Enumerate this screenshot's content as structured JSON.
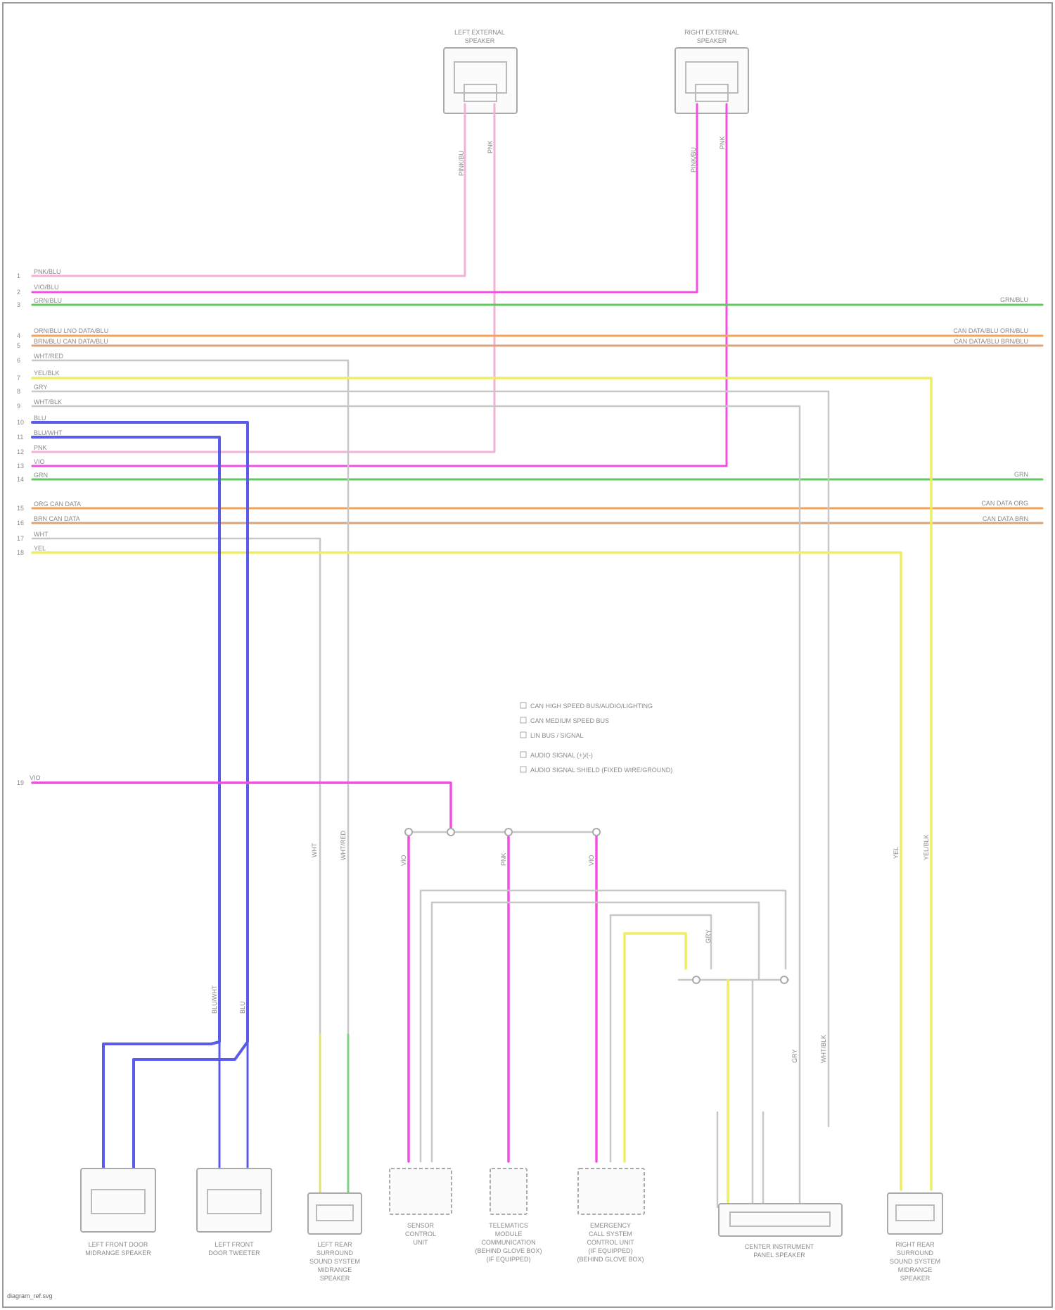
{
  "diagram": {
    "footer_text": "diagram_ref.svg",
    "colors": {
      "frame": "#9a9a9a",
      "pink_light": "#f1b2d6",
      "magenta": "#f04fe0",
      "green": "#5fc95f",
      "orange": "#f2a35a",
      "tan": "#d9a37b",
      "gray": "#c7c7c7",
      "yellow": "#eeee66",
      "blue": "#5b5bea",
      "label": "#8a8a8a"
    },
    "top_components": [
      {
        "id": "left-external-speaker",
        "label_1": "LEFT EXTERNAL",
        "label_2": "SPEAKER",
        "pin_a": "PINK/BU",
        "pin_b": "PNK"
      },
      {
        "id": "right-external-speaker",
        "label_1": "RIGHT EXTERNAL",
        "label_2": "SPEAKER",
        "pin_a": "PINK/BU",
        "pin_b": "PNK"
      }
    ],
    "left_wire_labels": [
      "PNK/BLU",
      "VIO/BLU",
      "GRN/BLU",
      "ORN/BLU  LNO DATA/BLU",
      "BRN/BLU  CAN DATA/BLU",
      "WHT/RED",
      "YEL/BLK",
      "GRY",
      "WHT/BLK",
      "BLU",
      "BLU/WHT",
      "PNK",
      "VIO",
      "GRN",
      "ORG  CAN DATA",
      "BRN  CAN DATA",
      "WHT",
      "YEL"
    ],
    "right_wire_labels": [
      "GRN/BLU",
      "CAN DATA/BLU  ORN/BLU",
      "CAN DATA/BLU  BRN/BLU",
      "GRN",
      "CAN DATA  ORG",
      "CAN DATA  BRN"
    ],
    "pin_numbers": [
      "1",
      "2",
      "3",
      "4",
      "5",
      "6",
      "7",
      "8",
      "9",
      "10",
      "11",
      "12",
      "13",
      "14",
      "15",
      "16",
      "17",
      "18",
      "19"
    ],
    "wire_tags": [
      "VIO",
      "WHT",
      "WHT/RED",
      "YEL",
      "YEL/BLK",
      "GRY",
      "WHT/BLK",
      "GRY",
      "BLU/WHT",
      "BLU",
      "VIO",
      "PNK",
      "VIO"
    ],
    "legend": [
      "CAN HIGH SPEED BUS/AUDIO/LIGHTING",
      "CAN MEDIUM SPEED BUS",
      "LIN BUS / SIGNAL",
      "AUDIO SIGNAL (+)/(-)",
      "AUDIO SIGNAL SHIELD (FIXED WIRE/GROUND)"
    ],
    "bottom_components": [
      {
        "id": "left-front-door-speaker",
        "line1": "LEFT FRONT DOOR",
        "line2": "MIDRANGE SPEAKER",
        "line3": "",
        "line4": "",
        "line5": ""
      },
      {
        "id": "left-front-tweeter",
        "line1": "LEFT FRONT",
        "line2": "DOOR TWEETER",
        "line3": "",
        "line4": "",
        "line5": ""
      },
      {
        "id": "left-rear-speaker",
        "line1": "LEFT REAR",
        "line2": "SURROUND",
        "line3": "SOUND SYSTEM",
        "line4": "MIDRANGE",
        "line5": "SPEAKER"
      },
      {
        "id": "sensor-control-unit",
        "line1": "SENSOR",
        "line2": "CONTROL",
        "line3": "UNIT",
        "line4": "",
        "line5": ""
      },
      {
        "id": "telematics-module",
        "line1": "TELEMATICS",
        "line2": "MODULE",
        "line3": "COMMUNICATION",
        "line4": "(BEHIND GLOVE BOX)",
        "line5": "(IF EQUIPPED)"
      },
      {
        "id": "emergency-call-module",
        "line1": "EMERGENCY",
        "line2": "CALL SYSTEM",
        "line3": "CONTROL UNIT",
        "line4": "(IF EQUIPPED)",
        "line5": "(BEHIND GLOVE BOX)"
      },
      {
        "id": "center-instrument-panel",
        "line1": "CENTER INSTRUMENT",
        "line2": "PANEL SPEAKER",
        "line3": "",
        "line4": "",
        "line5": ""
      },
      {
        "id": "right-rear-speaker",
        "line1": "RIGHT REAR",
        "line2": "SURROUND",
        "line3": "SOUND SYSTEM",
        "line4": "MIDRANGE",
        "line5": "SPEAKER"
      }
    ]
  }
}
